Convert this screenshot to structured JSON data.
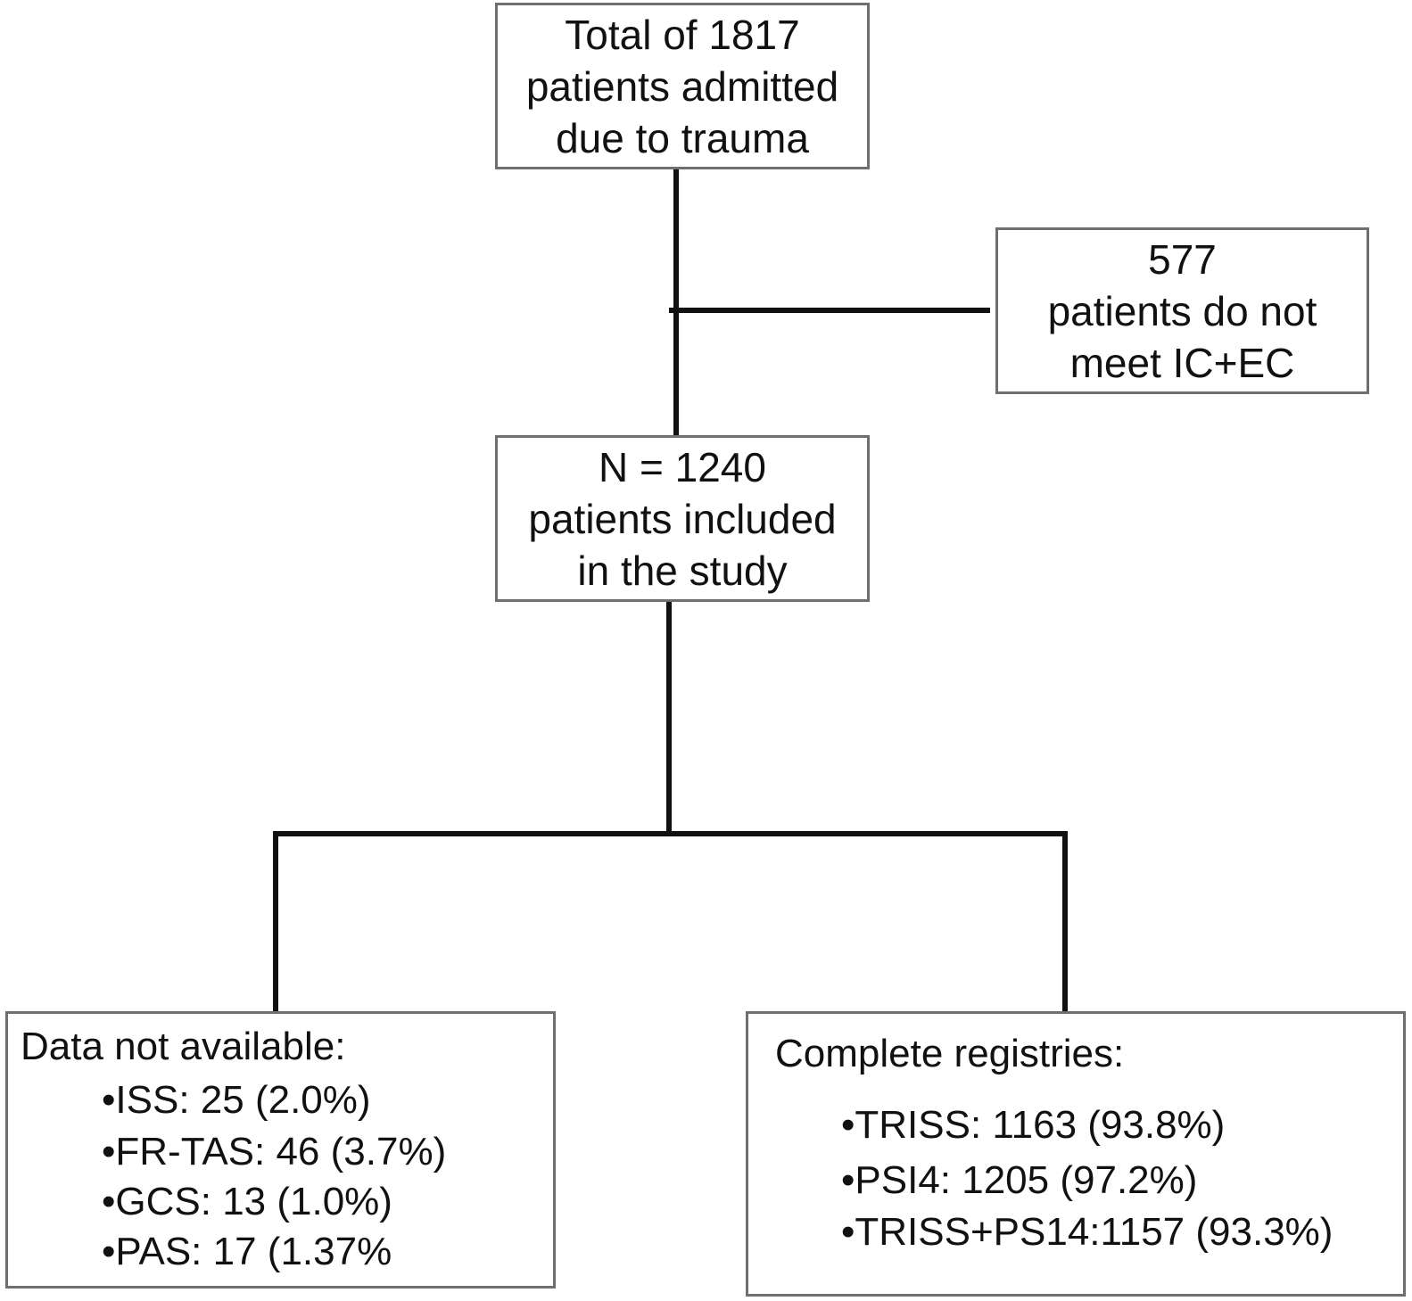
{
  "boxes": {
    "top": {
      "lines": [
        "Total of 1817",
        "patients admitted",
        "due to trauma"
      ]
    },
    "excluded": {
      "lines": [
        "577",
        "patients do not",
        "meet IC+EC"
      ]
    },
    "included": {
      "lines": [
        "N = 1240",
        "patients included",
        "in the study"
      ]
    },
    "missing": {
      "title": "Data not available:",
      "items": [
        "•ISS: 25 (2.0%)",
        "•FR-TAS: 46 (3.7%)",
        "•GCS: 13 (1.0%)",
        "•PAS: 17 (1.37%"
      ]
    },
    "complete": {
      "title": "Complete registries:",
      "items": [
        "•TRISS: 1163 (93.8%)",
        "•PSI4: 1205 (97.2%)",
        "•TRISS+PS14:1157 (93.3%)"
      ]
    }
  },
  "colors": {
    "line": "#111111",
    "box_border": "#6f6f6f",
    "background": "#ffffff"
  }
}
